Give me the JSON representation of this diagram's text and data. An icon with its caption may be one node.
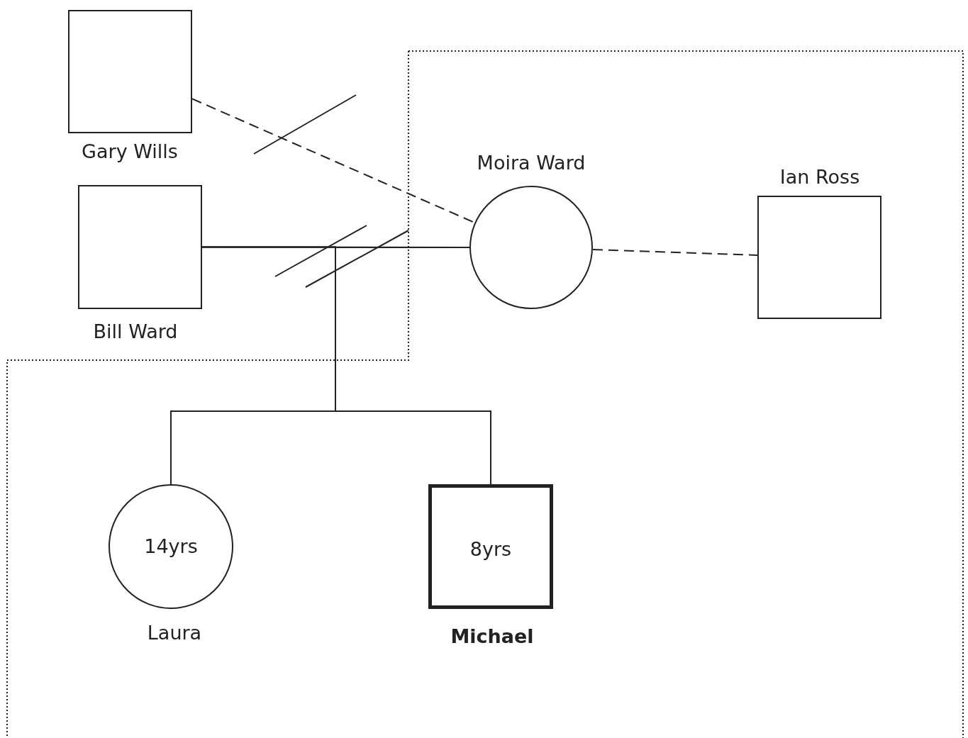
{
  "diagram": {
    "nodes": [
      {
        "text": [
          "Gary Wills"
        ]
      },
      {
        "text": [
          "Bill Ward"
        ]
      },
      {
        "text": [
          "Moira Ward"
        ]
      },
      {
        "text": [
          "Ian Ross"
        ]
      },
      {
        "text": [
          "14yrs",
          "Laura"
        ]
      },
      {
        "text": [
          "8yrs",
          "Michael"
        ]
      }
    ],
    "edges": [
      {
        "from": 0,
        "to": 2,
        "arrow": "none",
        "style": "dashed"
      },
      {
        "from": 1,
        "to": 2,
        "arrow": "none"
      },
      {
        "from": 2,
        "to": 3,
        "arrow": "none",
        "style": "dashed"
      },
      {
        "from": 1,
        "to": 4,
        "arrow": "none"
      },
      {
        "from": 1,
        "to": 5,
        "arrow": "none"
      },
      {
        "from": 2,
        "to": 4,
        "arrow": "none"
      },
      {
        "from": 2,
        "to": 5,
        "arrow": "none"
      }
    ]
  }
}
